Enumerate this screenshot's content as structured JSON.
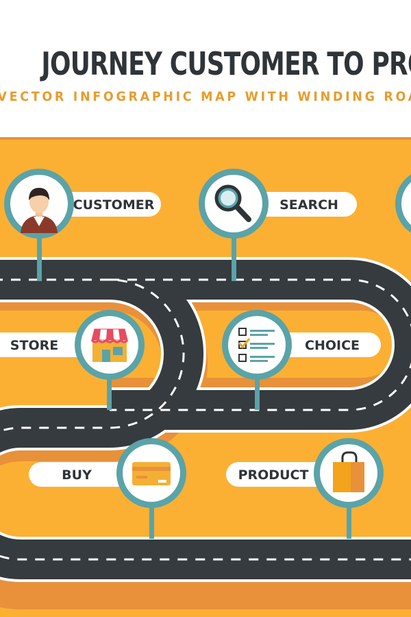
{
  "header": {
    "title": "JOURNEY CUSTOMER TO PRODUCT",
    "subtitle": "VECTOR INFOGRAPHIC MAP WITH WINDING ROAD"
  },
  "steps": [
    {
      "label": "CUSTOMER",
      "icon": "customer-avatar-icon"
    },
    {
      "label": "SEARCH",
      "icon": "magnifier-icon"
    },
    {
      "label": "STORE",
      "icon": "store-icon"
    },
    {
      "label": "CHOICE",
      "icon": "checklist-icon"
    },
    {
      "label": "BUY",
      "icon": "credit-card-icon"
    },
    {
      "label": "PRODUCT",
      "icon": "shopping-bag-icon"
    }
  ],
  "colors": {
    "background": "#fbb034",
    "shade": "#e8913a",
    "road": "#353b3f",
    "road_edge": "#ffffff",
    "pin": "#5aa3a8",
    "text": "#2f3438",
    "accent": "#e89c2c"
  }
}
